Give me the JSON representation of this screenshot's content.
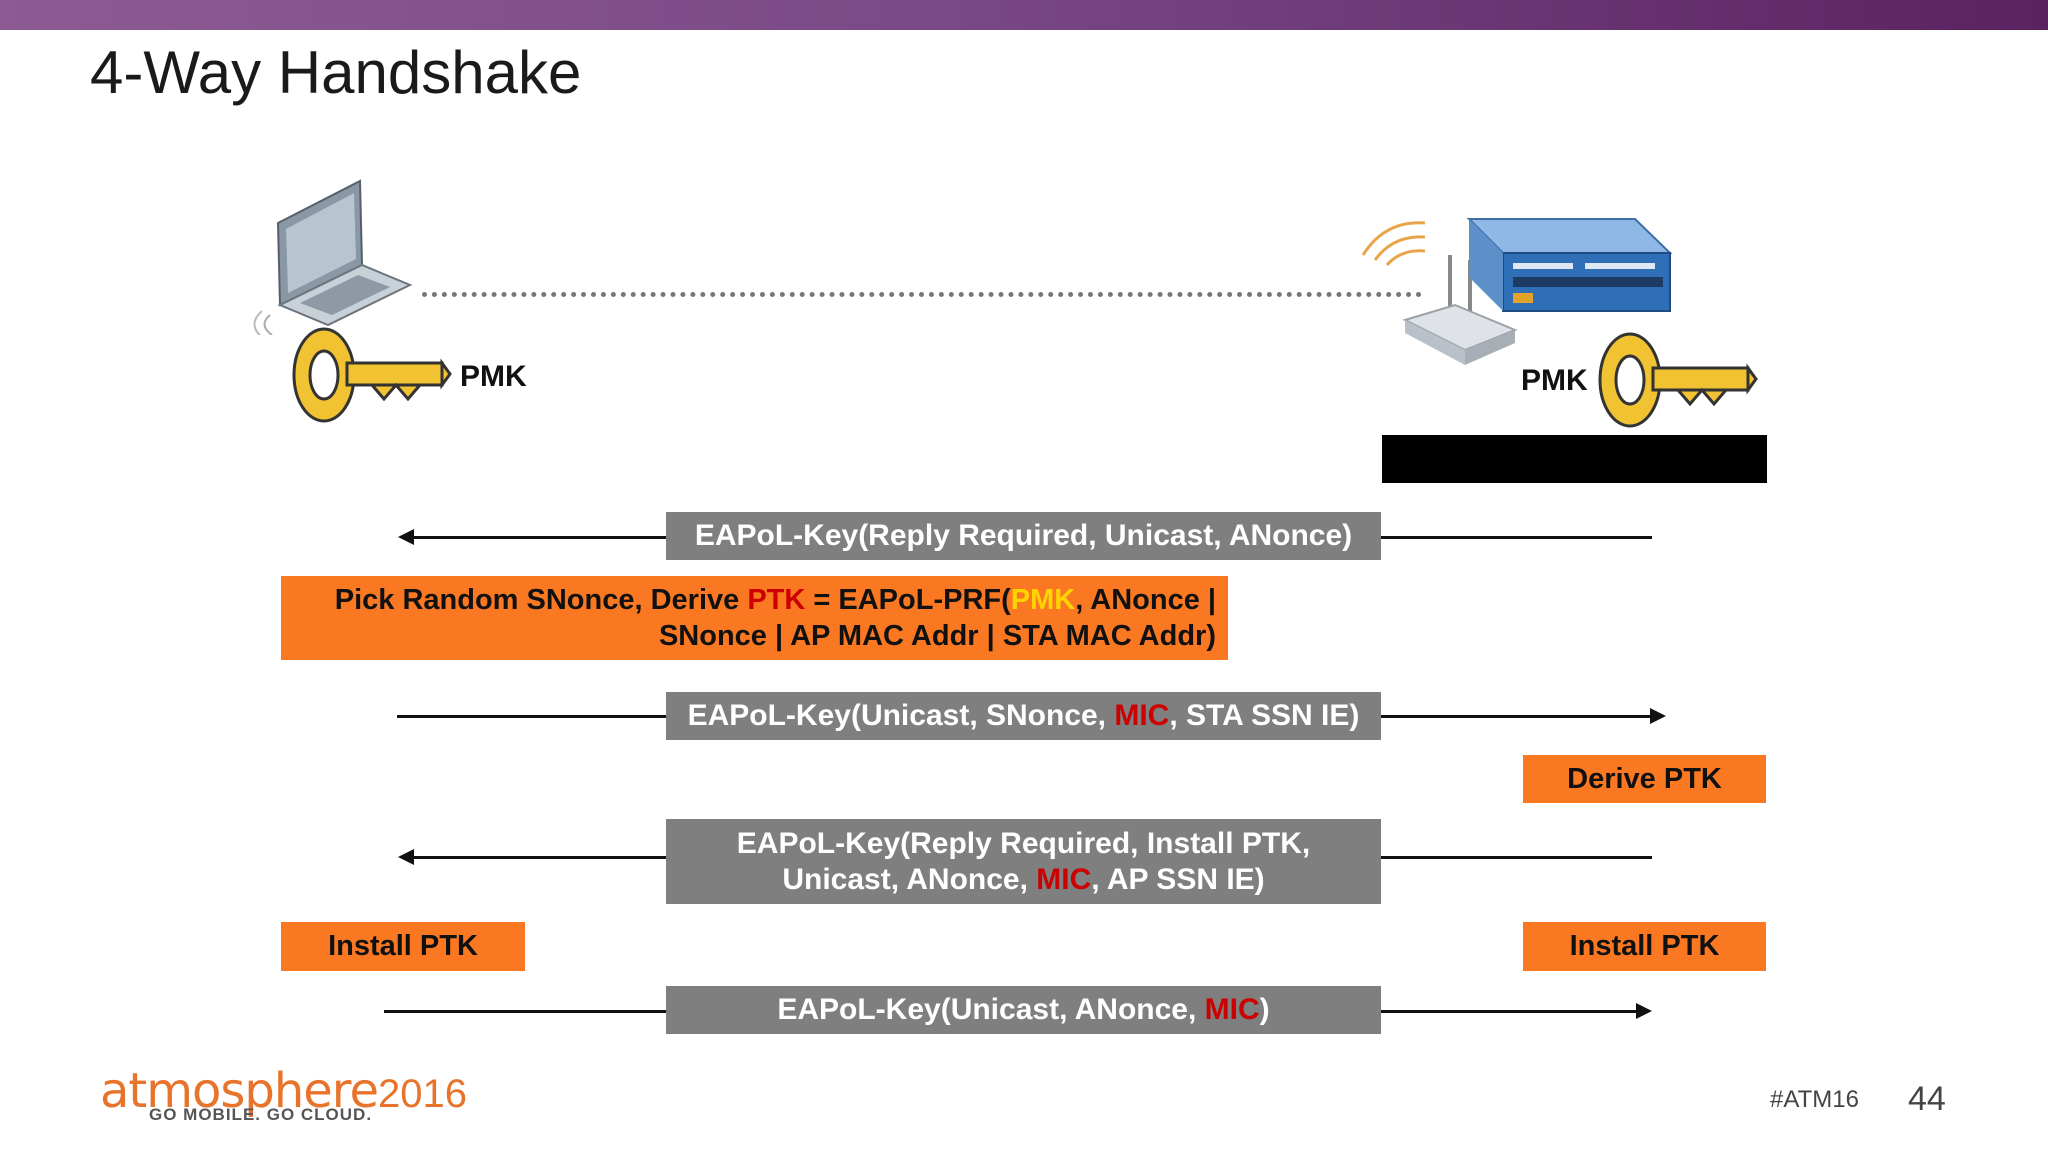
{
  "slide": {
    "title": "4-Way Handshake",
    "page_number": "44",
    "hashtag": "#ATM16"
  },
  "brand": {
    "logo_text": "atmosphere",
    "logo_year": "2016",
    "tagline": "GO MOBILE. GO CLOUD.",
    "accent": "#e8742b"
  },
  "left_pmk_label": "PMK",
  "right_pmk_label": "PMK",
  "messages": [
    {
      "id": "msg1",
      "parts": [
        "EAPoL-Key(Reply Required, Unicast, ANonce)"
      ]
    },
    {
      "id": "msg2",
      "before": "EAPoL-Key(Unicast, SNonce, ",
      "red": "MIC",
      "after": ", STA SSN IE)"
    },
    {
      "id": "msg3",
      "line1": "EAPoL-Key(Reply Required, Install PTK,",
      "line2_before": "Unicast, ANonce, ",
      "line2_red": "MIC",
      "line2_after": ", AP SSN IE)"
    },
    {
      "id": "msg4",
      "before": "EAPoL-Key(Unicast, ANonce, ",
      "red": "MIC",
      "after": ")"
    }
  ],
  "derive_box": {
    "p1": "Pick Random SNonce, Derive ",
    "ptk": "PTK",
    "p2": " = EAPoL-PRF(",
    "pmk": "PMK",
    "p3": ", ANonce |",
    "line2": "SNonce | AP MAC Addr | STA MAC Addr)"
  },
  "ap_derive_ptk": "Derive PTK",
  "sta_install_ptk": "Install PTK",
  "ap_install_ptk": "Install PTK",
  "colors": {
    "orange_box": "#fa7822",
    "gray_box": "#7f7f7f",
    "highlight_red": "#cc0000",
    "highlight_yellow": "#ffd400"
  }
}
